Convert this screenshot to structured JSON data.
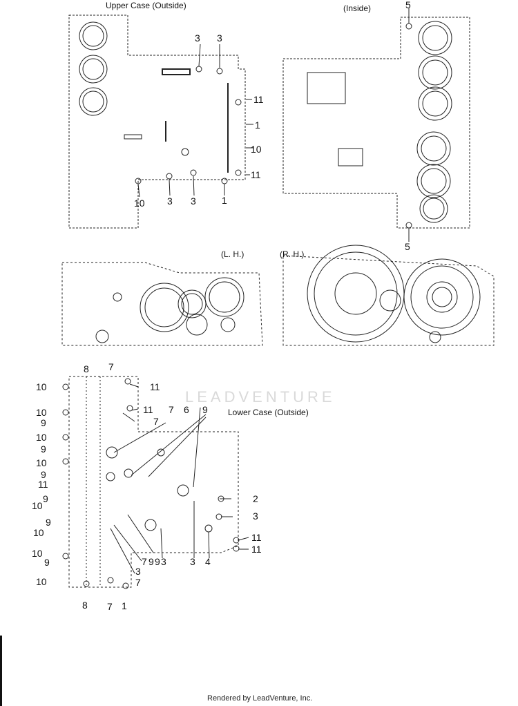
{
  "titles": {
    "upper_outside": "Upper Case (Outside)",
    "inside": "(Inside)",
    "lh": "(L. H.)",
    "rh": "(R. H.)",
    "lower_outside": "Lower Case (Outside)"
  },
  "callouts": {
    "upper": [
      "3",
      "3",
      "11",
      "1",
      "10",
      "11",
      "10",
      "3",
      "3",
      "1"
    ],
    "inside": [
      "5",
      "5"
    ],
    "lower": [
      "8",
      "7",
      "11",
      "10",
      "11",
      "10",
      "9",
      "7",
      "6",
      "9",
      "7",
      "10",
      "9",
      "10",
      "9",
      "11",
      "9",
      "2",
      "10",
      "9",
      "3",
      "10",
      "11",
      "11",
      "10",
      "9",
      "7",
      "9",
      "9",
      "3",
      "3",
      "4",
      "10",
      "3",
      "7",
      "8",
      "7",
      "1"
    ]
  },
  "watermark": "LEADVENTURE",
  "footer": "Rendered by LeadVenture, Inc."
}
